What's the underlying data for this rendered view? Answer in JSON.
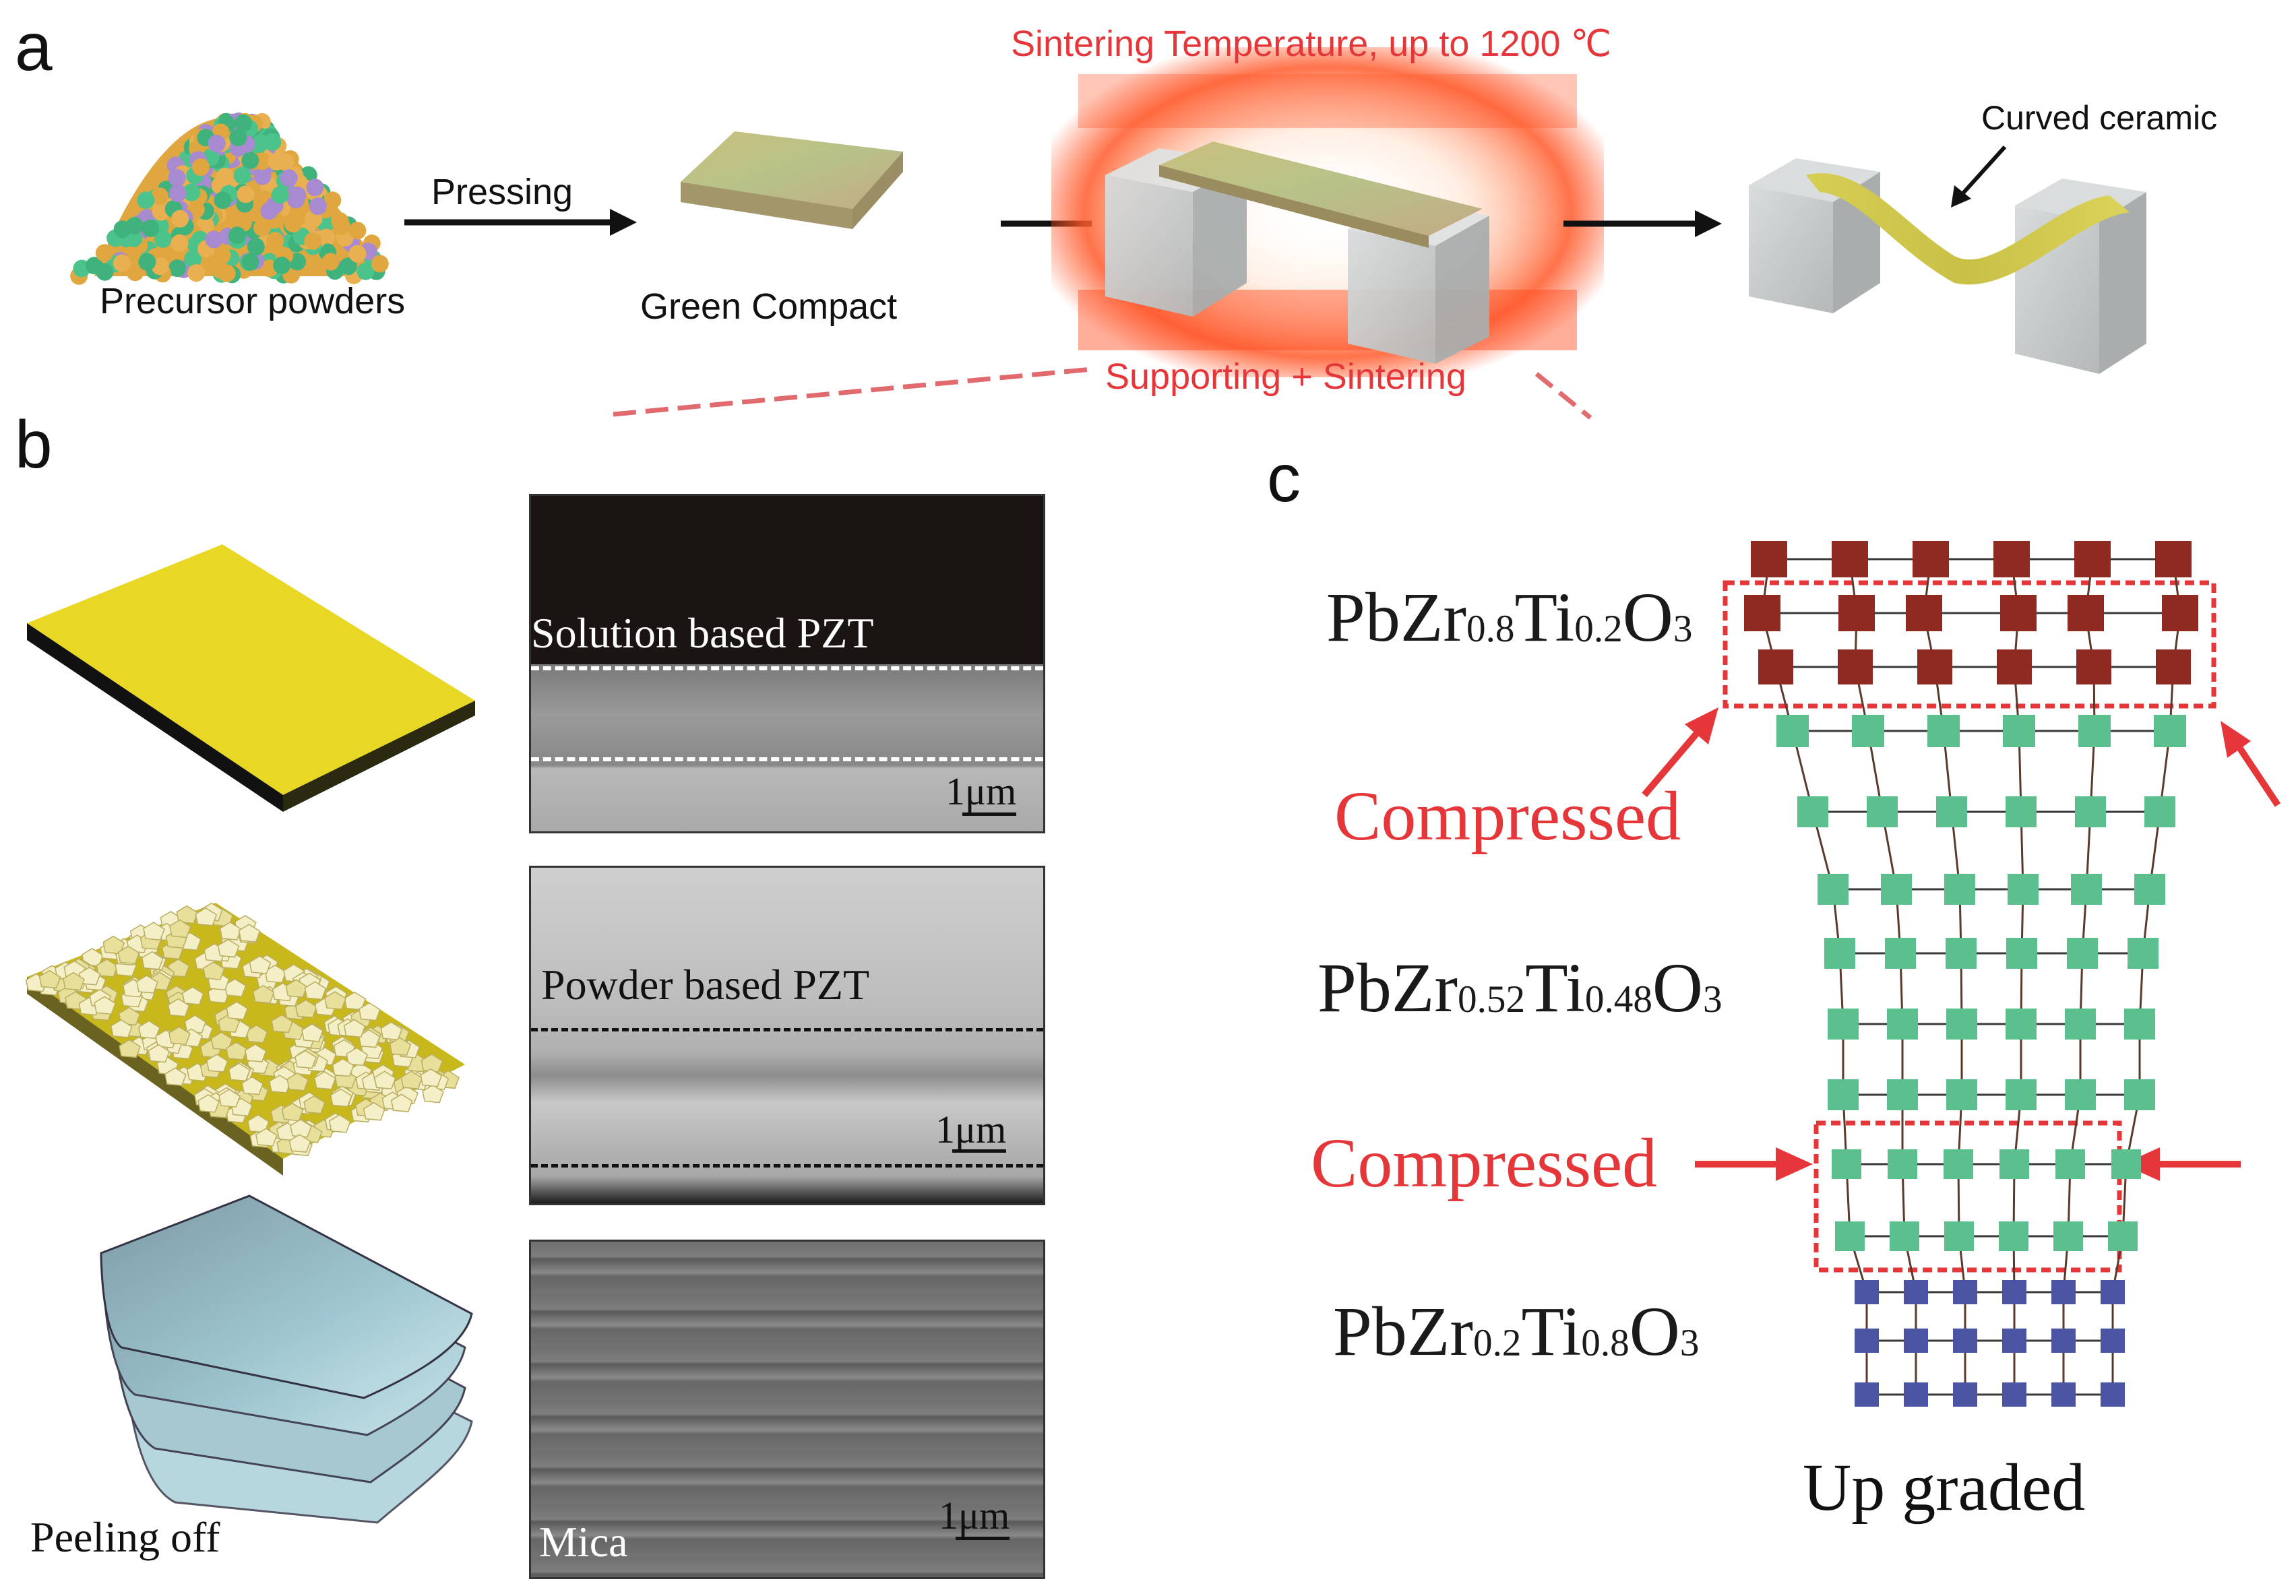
{
  "panel_a": {
    "letter": "a",
    "precursor_label": "Precursor powders",
    "pressing_label": "Pressing",
    "green_compact_label": "Green Compact",
    "sintering_temp_label": "Sintering Temperature, up to 1200 ℃",
    "supporting_label": "Supporting + Sintering",
    "curved_label": "Curved ceramic"
  },
  "panel_b": {
    "letter": "b",
    "sem1_caption": "Solution based PZT",
    "sem2_caption": "Powder based PZT",
    "sem3_caption": "Mica",
    "scale_label": "1μm",
    "peeling_label": "Peeling off"
  },
  "panel_c": {
    "letter": "c",
    "formula_top": {
      "base": "PbZr",
      "a": "0.8",
      "mid": "Ti",
      "b": "0.2",
      "end": "O"
    },
    "formula_mid": {
      "base": "PbZr",
      "a": "0.52",
      "mid": "Ti",
      "b": "0.48",
      "end": "O"
    },
    "formula_bot": {
      "base": "PbZr",
      "a": "0.2",
      "mid": "Ti",
      "b": "0.8",
      "end": "O"
    },
    "sub3": "3",
    "compressed_top": "Compressed",
    "compressed_bottom": "Compressed",
    "up_graded": "Up graded"
  },
  "colors": {
    "red_text": "#e5363a",
    "lattice_red": "#8e2a22",
    "lattice_green": "#5cbf8e",
    "lattice_blue": "#4b54a3",
    "film_yellow": "#e8d825"
  }
}
